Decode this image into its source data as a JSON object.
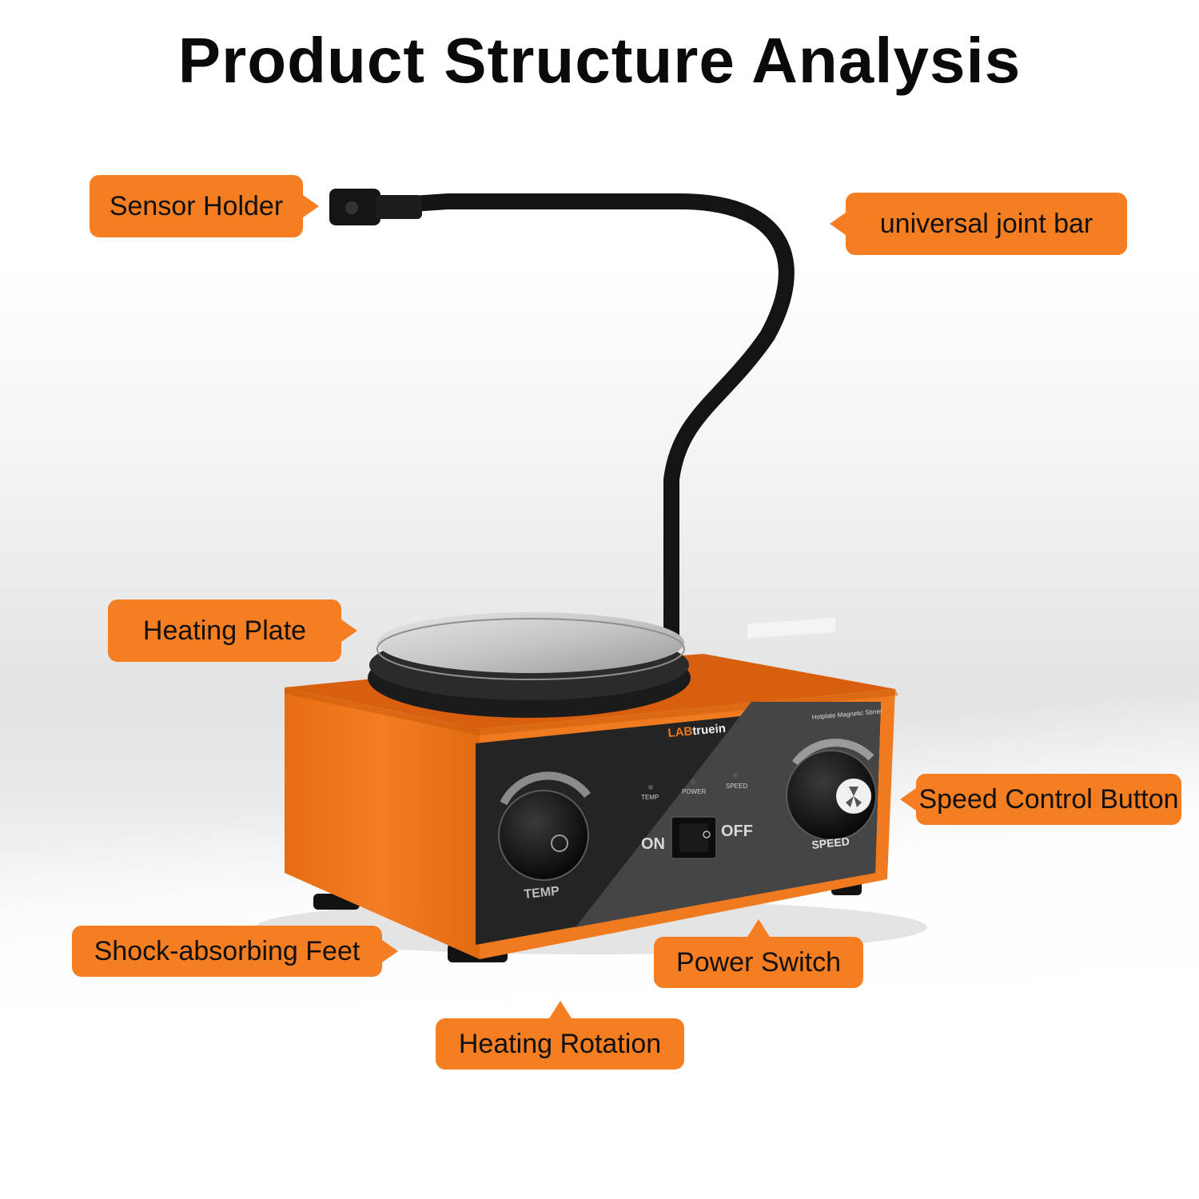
{
  "title": "Product Structure Analysis",
  "callouts": {
    "sensor_holder": "Sensor Holder",
    "universal_joint_bar": "universal joint bar",
    "heating_plate": "Heating Plate",
    "speed_control_button": "Speed Control Button",
    "shock_absorbing_feet": "Shock-absorbing Feet",
    "power_switch": "Power Switch",
    "heating_rotation": "Heating Rotation"
  },
  "device": {
    "brand_prefix": "LAB",
    "brand_name": "truein",
    "model": "Hotplate Magnetic Stirrer",
    "indicator_temp": "TEMP",
    "indicator_power": "POWER",
    "indicator_speed": "SPEED",
    "switch_on": "ON",
    "switch_off": "OFF",
    "knob_temp": "TEMP",
    "knob_speed": "SPEED"
  },
  "colors": {
    "callout": "#f57d22",
    "body": "#f07a1f",
    "panel": "#222222",
    "plate": "#c8c8c8"
  }
}
